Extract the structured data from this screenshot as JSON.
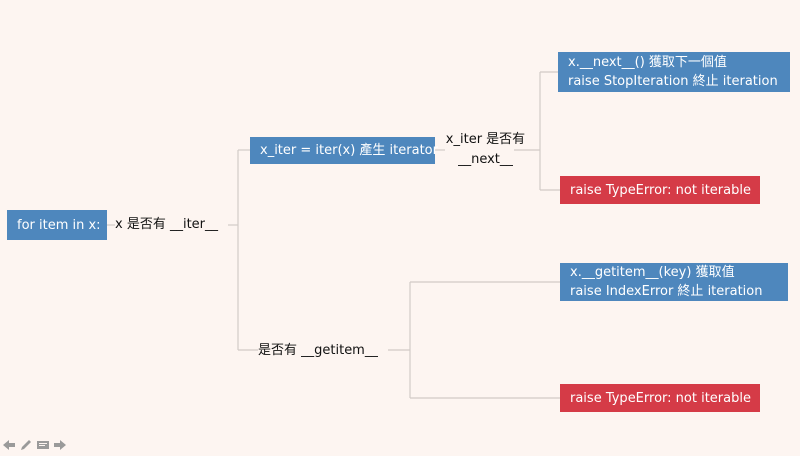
{
  "diagram": {
    "root": {
      "text": "for item in x:"
    },
    "q_iter": {
      "text": "x 是否有 __iter__"
    },
    "iter_node": {
      "text": "x_iter = iter(x) 產生 iterator"
    },
    "q_next": {
      "line1": "x_iter 是否有",
      "line2": "__next__"
    },
    "next_yes": {
      "line1": "x.__next__() 獲取下一個值",
      "line2": "raise StopIteration 終止 iteration"
    },
    "next_no": {
      "text": "raise TypeError: not iterable"
    },
    "q_getitem": {
      "text": "是否有 __getitem__"
    },
    "getitem_yes": {
      "line1": "x.__getitem__(key) 獲取值",
      "line2": "raise IndexError 終止 iteration"
    },
    "getitem_no": {
      "text": "raise TypeError: not iterable"
    }
  },
  "colors": {
    "background": "#fdf5f1",
    "blue": "#4e87bd",
    "red": "#d53b47",
    "line": "#d2cbc7"
  },
  "toolbar": {
    "icons": [
      "arrow-left-icon",
      "pencil-icon",
      "slides-icon",
      "arrow-right-icon"
    ]
  }
}
